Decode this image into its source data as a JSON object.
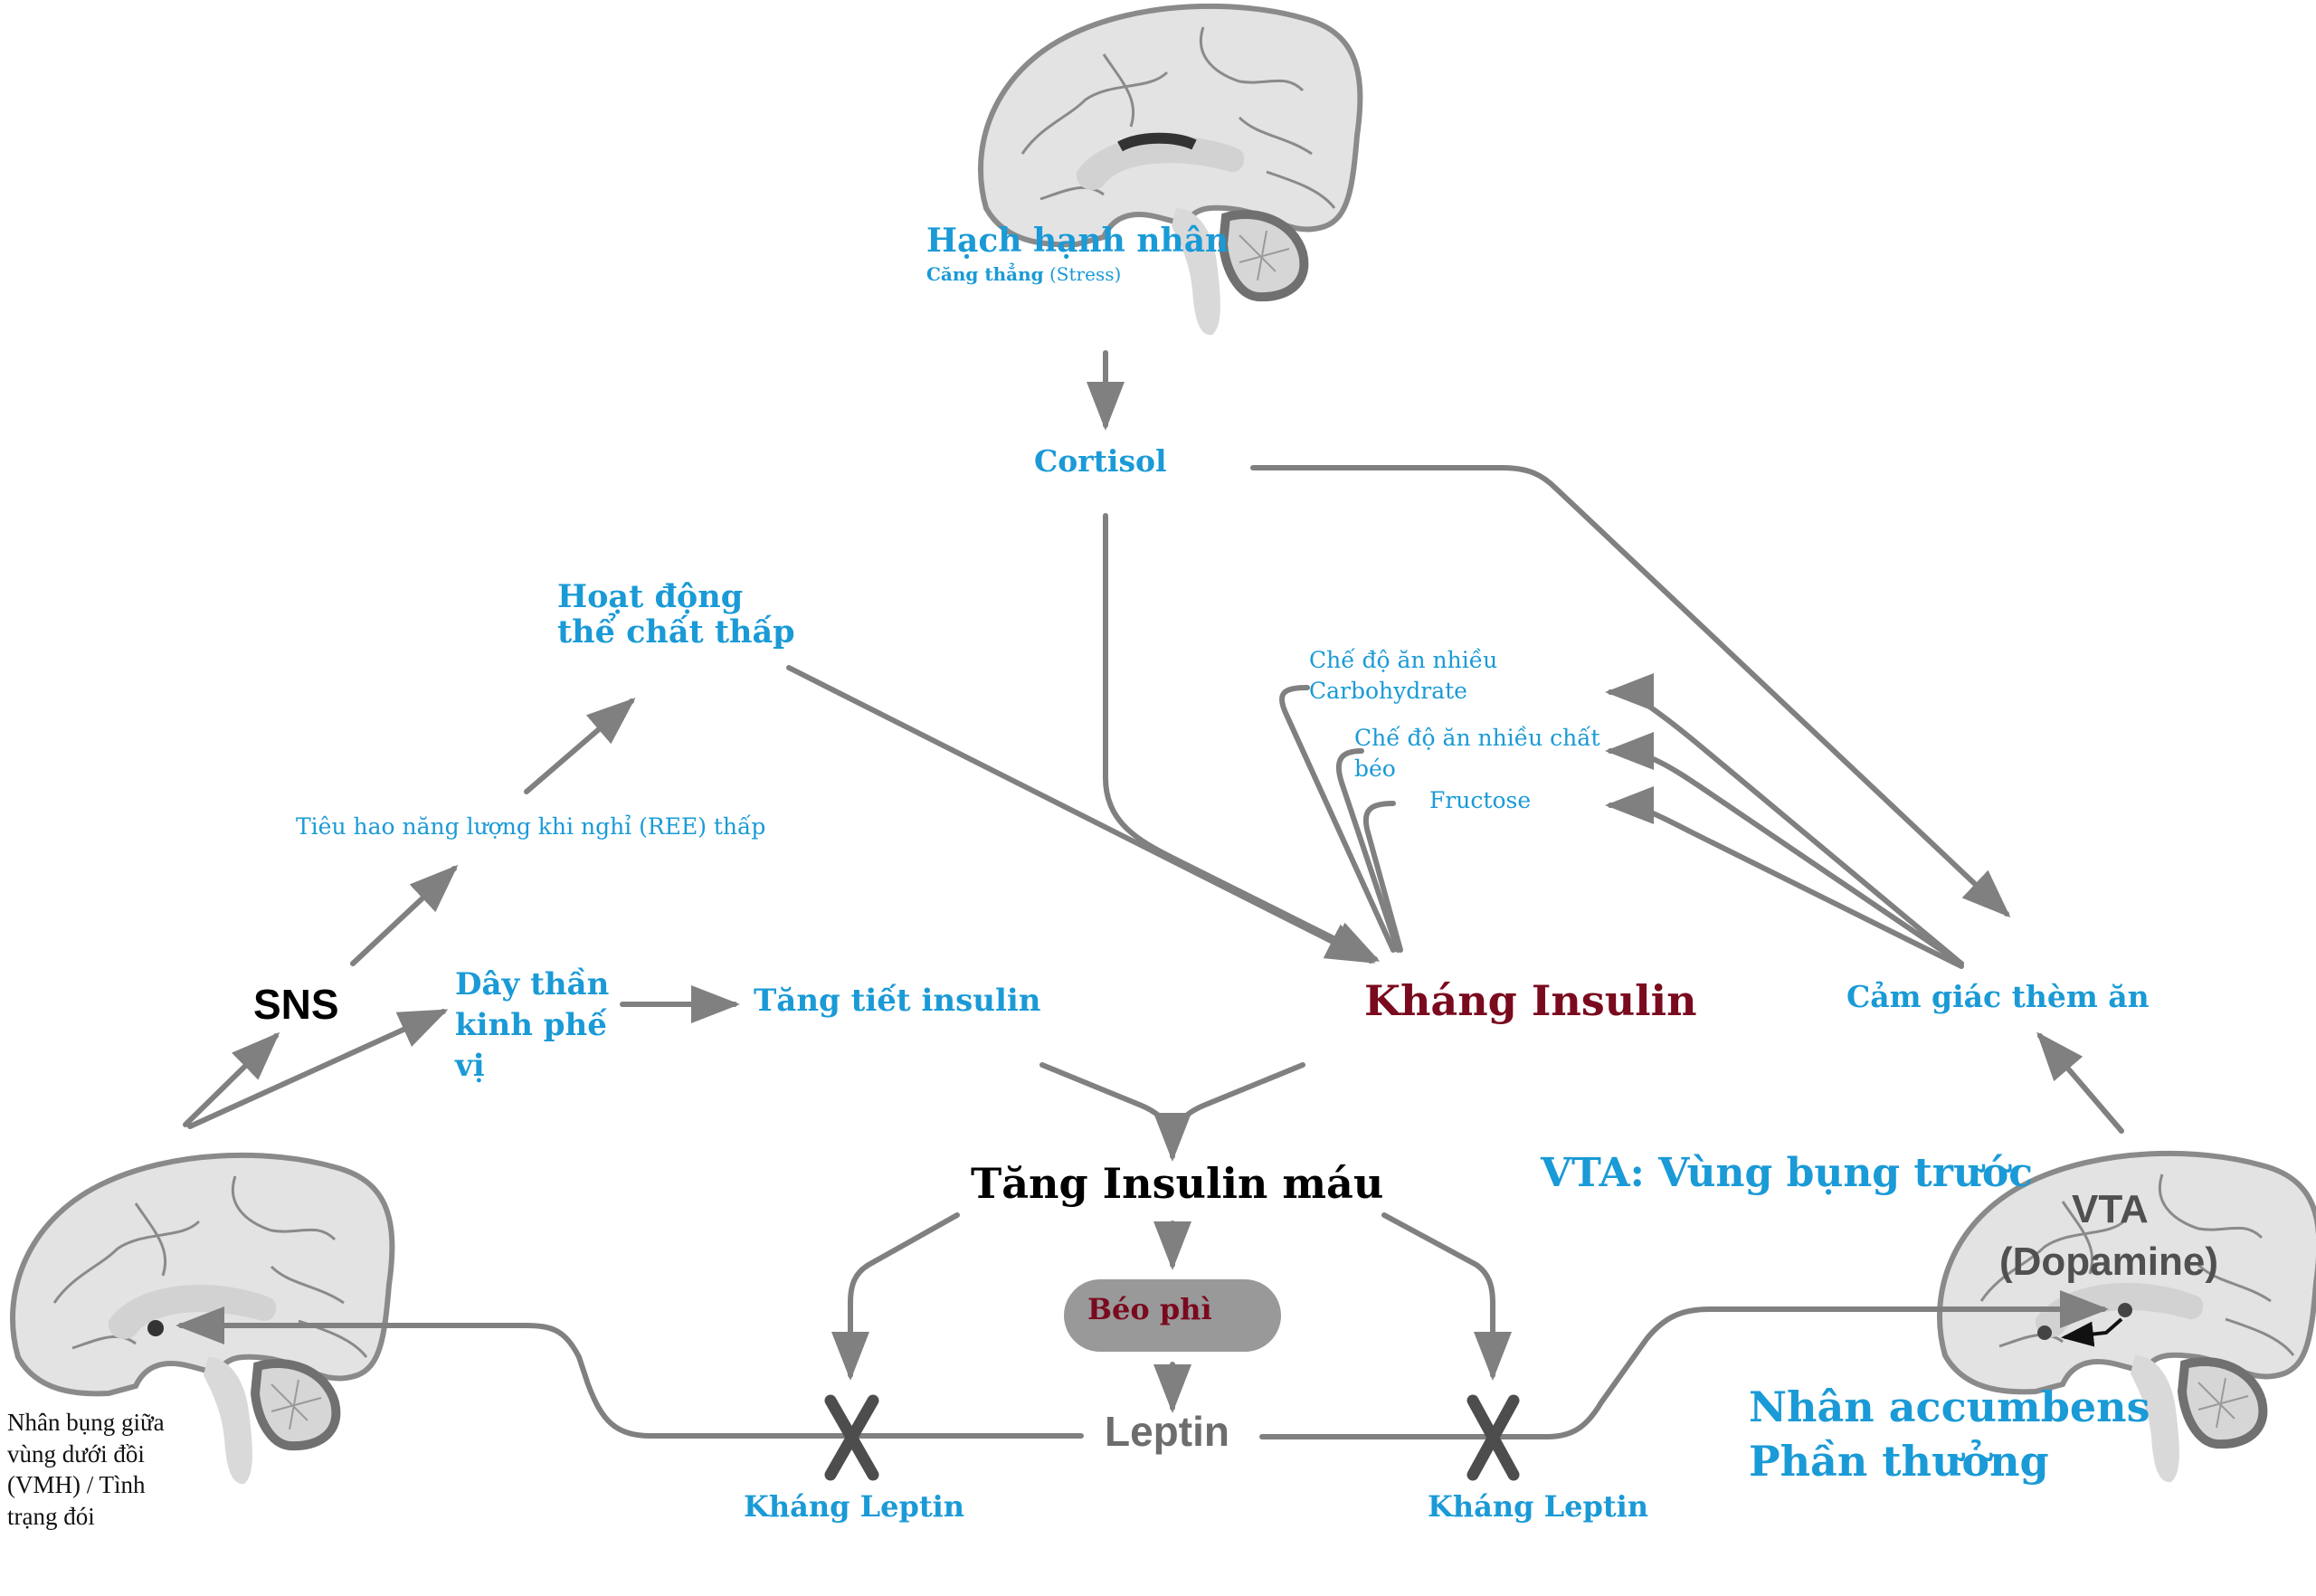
{
  "diagram": {
    "title": "Insulin resistance, leptin resistance and appetite pathways",
    "colors": {
      "label_blue": "#1a9ad6",
      "key_node_red": "#7a0a1e",
      "arrow_gray": "#808080",
      "brain_fill": "#e3e3e3",
      "brain_outline": "#8a8a8a",
      "block_mark": "#4d4d4d",
      "pill_fill": "#999999"
    },
    "brains": {
      "top": {
        "name": "amygdala-brain",
        "title": "Hạch hạnh nhân",
        "subtitle_bold": "Căng thẳng",
        "subtitle_rest": "(Stress)"
      },
      "left": {
        "name": "hypothalamus-brain",
        "caption": [
          "Nhân bụng giữa",
          "vùng dưới đồi",
          "(VMH) / Tình",
          "trạng đói"
        ]
      },
      "right": {
        "name": "reward-brain",
        "vta_line1": "VTA",
        "vta_line2": "(Dopamine)"
      }
    },
    "nodes": {
      "cortisol": "Cortisol",
      "low_activity": [
        "Hoạt động",
        "thể chất thấp"
      ],
      "low_ree": "Tiêu hao năng lượng khi nghỉ (REE) thấp",
      "sns": "SNS",
      "vagus": [
        "Dây thần",
        "kinh phế",
        "vị"
      ],
      "insulin_secretion": "Tăng tiết insulin",
      "insulin_resistance": "Kháng Insulin",
      "craving": "Cảm giác thèm ăn",
      "diet_carb": [
        "Chế độ ăn nhiều",
        "Carbohydrate"
      ],
      "diet_fat": [
        "Chế độ ăn nhiều chất",
        "béo"
      ],
      "diet_fructose": "Fructose",
      "hyperinsulinemia": "Tăng Insulin máu",
      "obesity": "Béo phì",
      "leptin": "Leptin",
      "leptin_resistance_left": "Kháng Leptin",
      "leptin_resistance_right": "Kháng Leptin",
      "vta_definition": "VTA: Vùng bụng trước",
      "accumbens": [
        "Nhân accumbens",
        "Phần thưởng"
      ]
    }
  }
}
